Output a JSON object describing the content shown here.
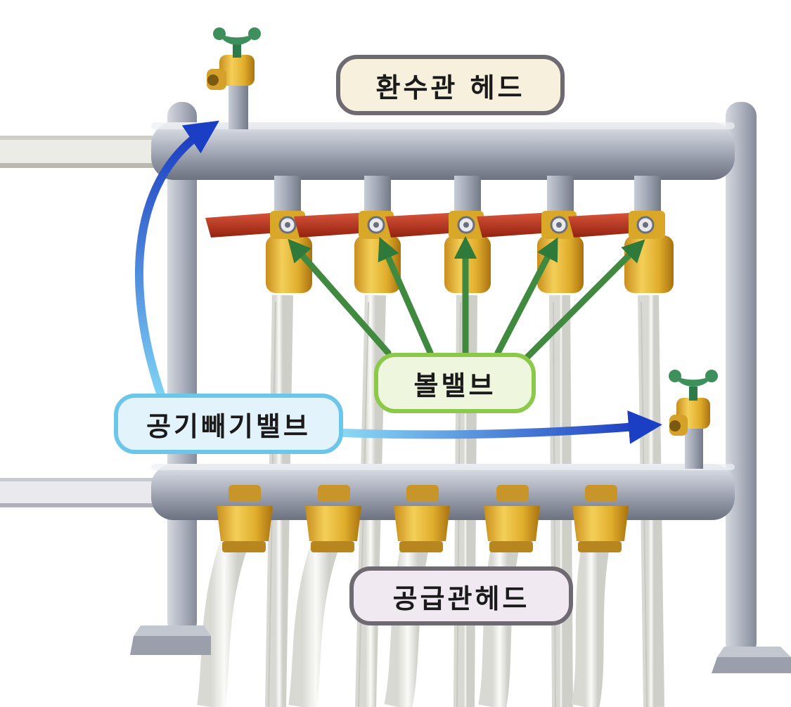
{
  "labels": {
    "return_header": "환수관 헤드",
    "ball_valve": "볼밸브",
    "air_vent_valve": "공기빼기밸브",
    "supply_header": "공급관헤드"
  },
  "colors": {
    "pipe_gray": "#9aa0ae",
    "frame_gray": "#a6abb6",
    "valve_red": "#b8331f",
    "brass": "#e4b636",
    "air_valve_green": "#3d8f5c",
    "arrow_blue": "#1b3fc4",
    "arrow_green": "#3f8a3f",
    "hose_white": "#f2f2ef"
  },
  "components": {
    "ball_valve_count": 5,
    "supply_fitting_count": 5,
    "air_vent_valve_count": 2
  }
}
